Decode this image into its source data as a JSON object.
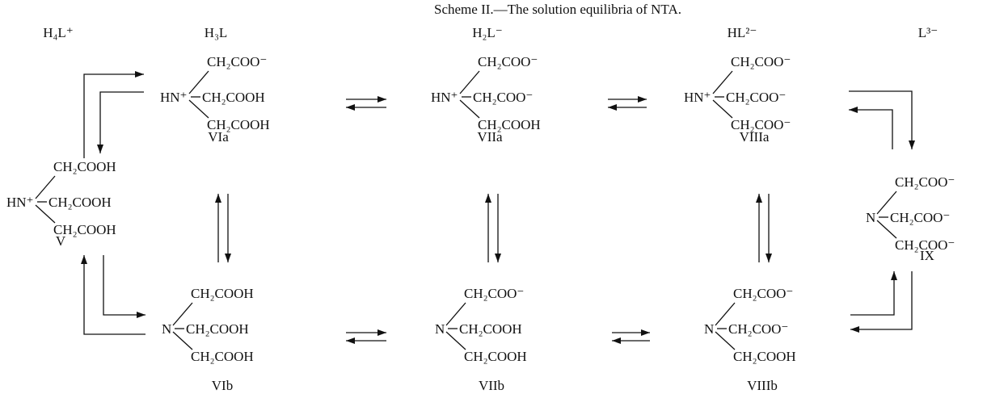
{
  "title": "Scheme II.—The solution equilibria of NTA.",
  "species": [
    {
      "id": "V",
      "label": "V",
      "charge": "H₄L⁺",
      "n": "HN⁺",
      "n_protonated": true,
      "arms": [
        "CH₂COOH",
        "CH₂COOH",
        "CH₂COOH"
      ]
    },
    {
      "id": "VIa",
      "label": "VIa",
      "charge": "H₃L",
      "n": "HN⁺",
      "n_protonated": true,
      "arms": [
        "CH₂COO⁻",
        "CH₂COOH",
        "CH₂COOH"
      ]
    },
    {
      "id": "VIb",
      "label": "VIb",
      "charge": "",
      "n": "N",
      "n_protonated": false,
      "arms": [
        "CH₂COOH",
        "CH₂COOH",
        "CH₂COOH"
      ]
    },
    {
      "id": "VIIa",
      "label": "VIIa",
      "charge": "H₂L⁻",
      "n": "HN⁺",
      "n_protonated": true,
      "arms": [
        "CH₂COO⁻",
        "CH₂COO⁻",
        "CH₂COOH"
      ]
    },
    {
      "id": "VIIb",
      "label": "VIIb",
      "charge": "",
      "n": "N",
      "n_protonated": false,
      "arms": [
        "CH₂COO⁻",
        "CH₂COOH",
        "CH₂COOH"
      ]
    },
    {
      "id": "VIIIa",
      "label": "VIIIa",
      "charge": "HL²⁻",
      "n": "HN⁺",
      "n_protonated": true,
      "arms": [
        "CH₂COO⁻",
        "CH₂COO⁻",
        "CH₂COO⁻"
      ]
    },
    {
      "id": "VIIIb",
      "label": "VIIIb",
      "charge": "",
      "n": "N",
      "n_protonated": false,
      "arms": [
        "CH₂COO⁻",
        "CH₂COO⁻",
        "CH₂COOH"
      ]
    },
    {
      "id": "IX",
      "label": "IX",
      "charge": "L³⁻",
      "n": "N",
      "n_protonated": false,
      "arms": [
        "CH₂COO⁻",
        "CH₂COO⁻",
        "CH₂COO⁻"
      ]
    }
  ],
  "equilibria": [
    {
      "from": "VIa",
      "to": "VIIa",
      "kind": "horizontal"
    },
    {
      "from": "VIIa",
      "to": "VIIIa",
      "kind": "horizontal"
    },
    {
      "from": "VIb",
      "to": "VIIb",
      "kind": "horizontal"
    },
    {
      "from": "VIIb",
      "to": "VIIIb",
      "kind": "horizontal"
    },
    {
      "from": "VIa",
      "to": "VIb",
      "kind": "vertical"
    },
    {
      "from": "VIIa",
      "to": "VIIb",
      "kind": "vertical"
    },
    {
      "from": "VIIIa",
      "to": "VIIIb",
      "kind": "vertical"
    },
    {
      "from": "V",
      "to": "VIa",
      "kind": "elbow"
    },
    {
      "from": "V",
      "to": "VIb",
      "kind": "elbow"
    },
    {
      "from": "VIIIa",
      "to": "IX",
      "kind": "elbow"
    },
    {
      "from": "VIIIb",
      "to": "IX",
      "kind": "elbow"
    }
  ]
}
